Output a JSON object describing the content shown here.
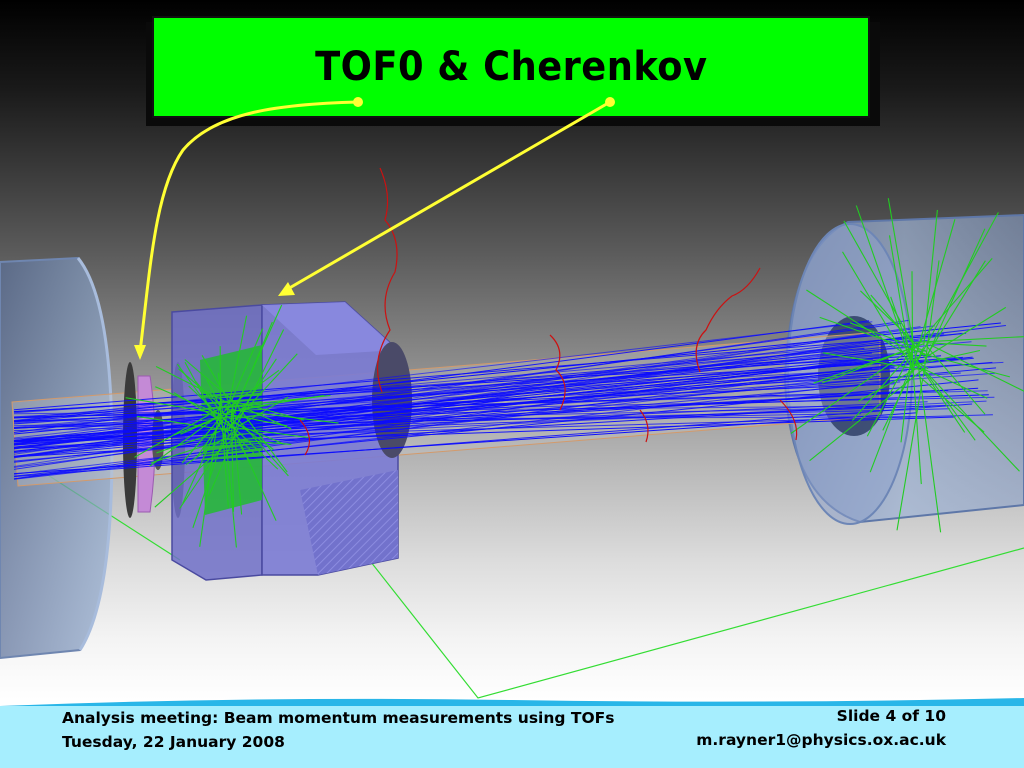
{
  "slide": {
    "title": "TOF0 & Cherenkov"
  },
  "footer": {
    "meeting": "Analysis meeting: Beam momentum measurements using TOFs",
    "date": "Tuesday, 22 January 2008",
    "slide_number": "Slide 4 of 10",
    "email": "m.rayner1@physics.ox.ac.uk"
  },
  "colors": {
    "title_background": "#00ff00",
    "footer_background": "#a6eefe",
    "footer_wave": "#29b6e8",
    "callout_arrows": "#ffff33",
    "beam_tracks": "#0000ff",
    "green_tracks": "#22cc22",
    "red_tracks": "#cc1111",
    "detector_body": "#6a6ac8"
  }
}
